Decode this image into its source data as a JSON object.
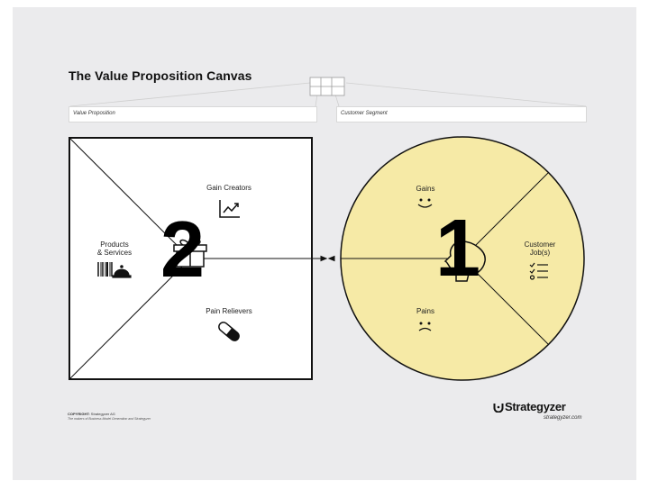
{
  "canvas": {
    "title": "The Value Proposition Canvas",
    "value_proposition_label": "Value Proposition",
    "customer_segment_label": "Customer Segment",
    "vp_number": "2",
    "cs_number": "1"
  },
  "value_proposition": {
    "gain_creators": "Gain Creators",
    "products_services_line1": "Products",
    "products_services_line2": "& Services",
    "pain_relievers": "Pain Relievers"
  },
  "customer_segment": {
    "gains": "Gains",
    "customer_jobs_line1": "Customer",
    "customer_jobs_line2": "Job(s)",
    "pains": "Pains"
  },
  "footer": {
    "copyright_label": "COPYRIGHT:",
    "copyright_holder": "Strategyzer AG",
    "makers_text": "The makers of Business Model Generation and Strategyzer",
    "brand": "Strategyzer",
    "brand_url": "strategyzer.com"
  },
  "colors": {
    "circle_fill": "#f6eaa6",
    "sheet_bg": "#ebebed",
    "stroke": "#111111"
  }
}
